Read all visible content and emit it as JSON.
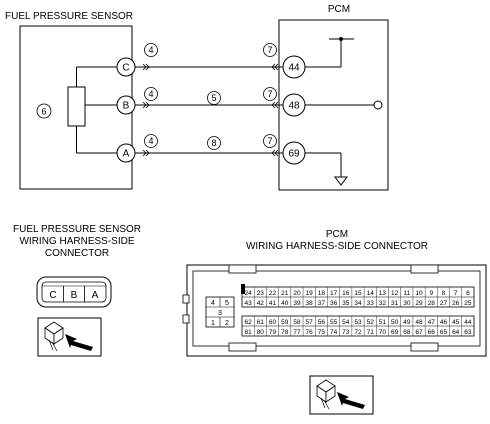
{
  "top": {
    "sensor_title": "FUEL PRESSURE SENSOR",
    "pcm_title": "PCM",
    "sensor_label": "6",
    "sensor_pins": [
      "C",
      "B",
      "A"
    ],
    "pcm_pins": [
      "44",
      "48",
      "69"
    ],
    "left_wire_labels": [
      "4",
      "4",
      "4"
    ],
    "mid_wire_labels": [
      "5",
      "8"
    ],
    "right_wire_labels": [
      "7",
      "7",
      "7"
    ]
  },
  "sensor_connector": {
    "title_lines": [
      "FUEL PRESSURE SENSOR",
      "WIRING HARNESS-SIDE",
      "CONNECTOR"
    ],
    "pins": [
      "C",
      "B",
      "A"
    ]
  },
  "pcm_connector": {
    "title_lines": [
      "PCM",
      "WIRING HARNESS-SIDE CONNECTOR"
    ],
    "small_block": [
      "4",
      "5",
      "3",
      "1",
      "2"
    ],
    "row1": [
      "24",
      "23",
      "22",
      "21",
      "20",
      "19",
      "18",
      "17",
      "16",
      "15",
      "14",
      "13",
      "12",
      "11",
      "10",
      "9",
      "8",
      "7",
      "6"
    ],
    "row2": [
      "43",
      "42",
      "41",
      "40",
      "39",
      "38",
      "37",
      "36",
      "35",
      "34",
      "33",
      "32",
      "31",
      "30",
      "29",
      "28",
      "27",
      "26",
      "25"
    ],
    "row3": [
      "62",
      "61",
      "60",
      "59",
      "58",
      "57",
      "56",
      "55",
      "54",
      "53",
      "52",
      "51",
      "50",
      "49",
      "48",
      "47",
      "46",
      "45",
      "44"
    ],
    "row4": [
      "81",
      "80",
      "79",
      "78",
      "77",
      "76",
      "75",
      "74",
      "73",
      "72",
      "71",
      "70",
      "69",
      "68",
      "67",
      "66",
      "65",
      "64",
      "63"
    ]
  }
}
